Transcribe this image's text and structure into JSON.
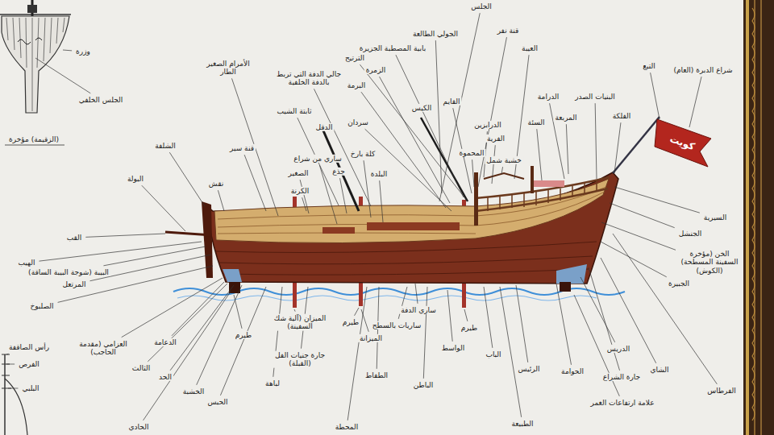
{
  "diagram": {
    "labels": [
      "وزرة",
      "الجلس الخلفي",
      "(الزقيمة) مؤخرة",
      "الجلس",
      "قنة نفر",
      "العيبة",
      "الجولي الطالعة",
      "بابية المصطبة الجزيرة",
      "الترتيح",
      "الزمرة",
      "البرمة",
      "جالي الدفة التي تربط بالدفة الخلفية",
      "الأمرام الصغير الطار",
      "ثابتة الشيب",
      "الدقل",
      "سردان",
      "الكيس",
      "القايم",
      "الدرابزين",
      "الفرية",
      "المحموة",
      "خشبة شمل",
      "الدرامة",
      "السئة",
      "المربعة",
      "البنيات الصدر",
      "الفلكة",
      "التبع",
      "شراع الدبرة (العام)",
      "قنة سير",
      "الشلفة",
      "البولة",
      "نقش",
      "ساري من شراع",
      "الصغير",
      "الكرنة",
      "جذع",
      "كلة بارخ",
      "البلدة",
      "القب",
      "الهيب",
      "البيبة (شوجة البيبة الساقة)",
      "المرتعل",
      "الصلبوخ",
      "السيرية",
      "الجنشل",
      "الخن (مؤخرة السفينة المسطحة) (الكوش)",
      "الجبيرة",
      "العزامي (مقدمة الحاجب)",
      "الدعامة",
      "الثالث",
      "الحد",
      "الخشبة",
      "الحبس",
      "الحادي",
      "طيرم",
      "لباهة",
      "الميزان (آلية شك السفينة)",
      "جارة جنيات الفل (القبلة)",
      "طيرم",
      "الميزانة",
      "ساريات بالسطح",
      "الطفاط",
      "المحطة",
      "ساري الدفة",
      "الباطن",
      "الواسط",
      "طيرم",
      "الباب",
      "الرئيس",
      "الطبيعة",
      "الحوامة",
      "الدريس",
      "جارة الشراع",
      "الشاي",
      "علامة ارتفاعات الغمر",
      "الفرطاس",
      "رأس الصاقفة",
      "الفرص",
      "البلبي",
      "كويت"
    ]
  }
}
